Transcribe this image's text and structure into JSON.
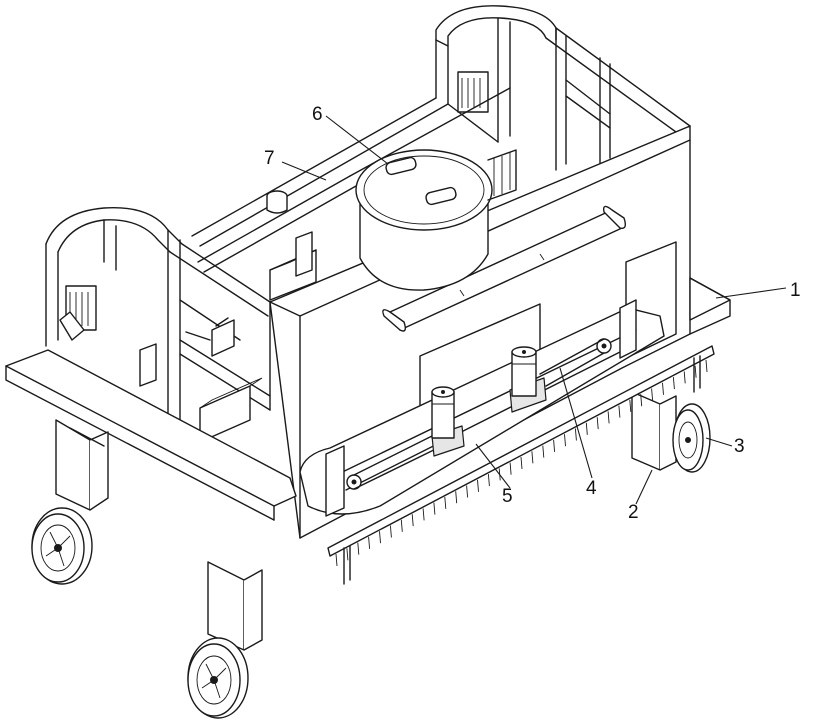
{
  "callouts": [
    {
      "id": "c1",
      "text": "1"
    },
    {
      "id": "c2",
      "text": "2"
    },
    {
      "id": "c3",
      "text": "3"
    },
    {
      "id": "c4",
      "text": "4"
    },
    {
      "id": "c5",
      "text": "5"
    },
    {
      "id": "c6",
      "text": "6"
    },
    {
      "id": "c7",
      "text": "7"
    }
  ]
}
